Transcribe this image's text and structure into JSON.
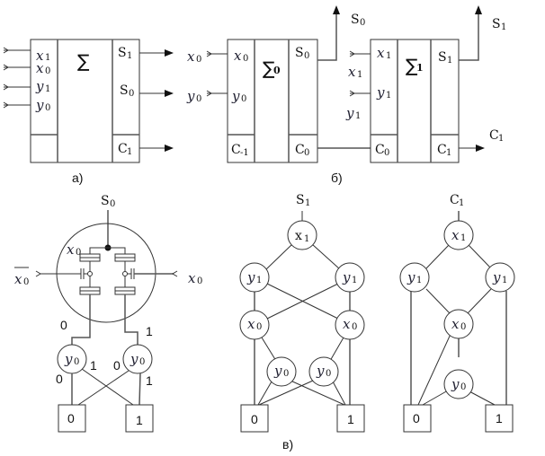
{
  "panel_a": {
    "caption": "a)",
    "sigma": "∑",
    "inputs": [
      {
        "base": "x",
        "sub": "1"
      },
      {
        "base": "x",
        "sub": "0"
      },
      {
        "base": "y",
        "sub": "1"
      },
      {
        "base": "y",
        "sub": "0"
      }
    ],
    "outputs": [
      {
        "base": "S",
        "sub": "1"
      },
      {
        "base": "S",
        "sub": "0"
      },
      {
        "base": "C",
        "sub": "1"
      }
    ]
  },
  "panel_b": {
    "caption": "б)",
    "block0": {
      "sigma": "∑",
      "sigma_sub": "0",
      "ext_inputs": [
        {
          "base": "x",
          "sub": "0"
        },
        {
          "base": "y",
          "sub": "0"
        }
      ],
      "inputs": [
        {
          "base": "x",
          "sub": "0"
        },
        {
          "base": "y",
          "sub": "0"
        }
      ],
      "carry_in": {
        "base": "C",
        "sub": "-1"
      },
      "sum_out": {
        "base": "S",
        "sub": "0"
      },
      "carry_out": {
        "base": "C",
        "sub": "0"
      },
      "top_label": {
        "base": "S",
        "sub": "0"
      }
    },
    "block1": {
      "sigma": "∑",
      "sigma_sub": "1",
      "ext_inputs": [
        {
          "base": "x",
          "sub": "1"
        },
        {
          "base": "y",
          "sub": "1"
        }
      ],
      "inputs": [
        {
          "base": "x",
          "sub": "1"
        },
        {
          "base": "y",
          "sub": "1"
        }
      ],
      "carry_in": {
        "base": "C",
        "sub": "0"
      },
      "sum_out": {
        "base": "S",
        "sub": "1"
      },
      "carry_out": {
        "base": "C",
        "sub": "1"
      },
      "top_label": {
        "base": "S",
        "sub": "1"
      },
      "right_label": {
        "base": "C",
        "sub": "1"
      }
    }
  },
  "panel_c": {
    "caption": "в)",
    "circuit": {
      "output": {
        "base": "S",
        "sub": "0"
      },
      "left_input": {
        "base": "x",
        "sub": "0",
        "overline": true
      },
      "right_input": {
        "base": "x",
        "sub": "0"
      },
      "gate_label": {
        "base": "x",
        "sub": "0"
      },
      "branch_labels": [
        "0",
        "1"
      ],
      "nodes": [
        {
          "base": "y",
          "sub": "0"
        },
        {
          "base": "y",
          "sub": "0"
        }
      ],
      "edge_labels": {
        "left_node": [
          "0",
          "1"
        ],
        "right_node": [
          "0",
          "1"
        ]
      },
      "terminals": [
        "0",
        "1"
      ]
    },
    "bdd_s1": {
      "title": {
        "base": "S",
        "sub": "1"
      },
      "root": {
        "base": "x",
        "sub": "1"
      },
      "level2": [
        {
          "base": "y",
          "sub": "1"
        },
        {
          "base": "y",
          "sub": "1"
        }
      ],
      "level3": [
        {
          "base": "x",
          "sub": "0"
        },
        {
          "base": "x",
          "sub": "0"
        }
      ],
      "level4": [
        {
          "base": "y",
          "sub": "0"
        },
        {
          "base": "y",
          "sub": "0"
        }
      ],
      "terminals": [
        "0",
        "1"
      ]
    },
    "bdd_c1": {
      "title": {
        "base": "C",
        "sub": "1"
      },
      "root": {
        "base": "x",
        "sub": "1"
      },
      "level2": [
        {
          "base": "y",
          "sub": "1"
        },
        {
          "base": "y",
          "sub": "1"
        }
      ],
      "level3": [
        {
          "base": "x",
          "sub": "0"
        }
      ],
      "level4": [
        {
          "base": "y",
          "sub": "0"
        }
      ],
      "terminals": [
        "0",
        "1"
      ]
    }
  }
}
